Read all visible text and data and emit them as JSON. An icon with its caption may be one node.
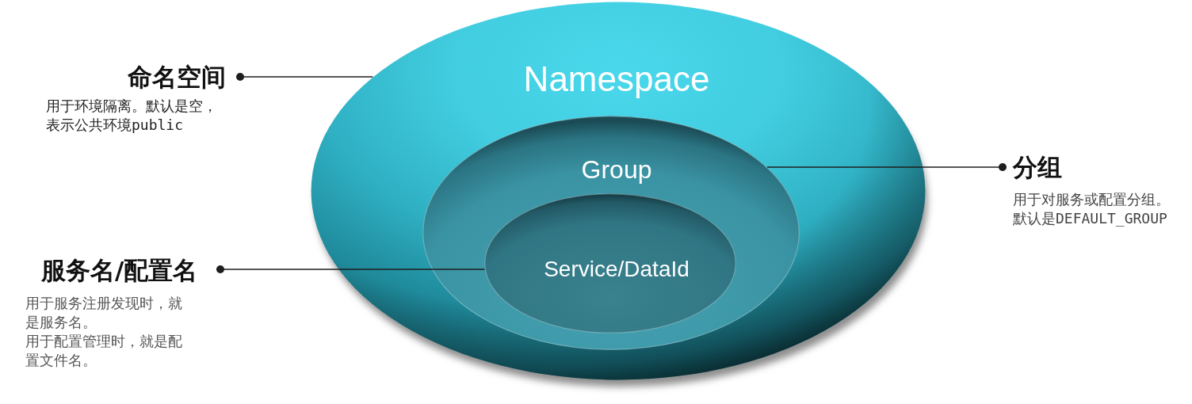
{
  "diagram": {
    "nodes": [
      {
        "text": [
          "Namespace"
        ]
      },
      {
        "text": [
          "Group"
        ],
        "in": 0
      },
      {
        "text": [
          "Service/DataId"
        ],
        "in": 1
      },
      {
        "text": [
          "命名空间",
          "用于环境隔离。默认是空，表示公共环境public"
        ]
      },
      {
        "text": [
          "分组",
          "用于对服务或配置分组。默认是DEFAULT_GROUP"
        ]
      },
      {
        "text": [
          "服务名/配置名",
          "用于服务注册发现时，就是服务名。",
          "用于配置管理时，就是配置文件名。"
        ]
      }
    ],
    "edges": [
      {
        "from": 3,
        "to": 0,
        "arrow": "other"
      },
      {
        "from": 4,
        "to": 1,
        "arrow": "other"
      },
      {
        "from": 5,
        "to": 2,
        "arrow": "other"
      }
    ]
  }
}
